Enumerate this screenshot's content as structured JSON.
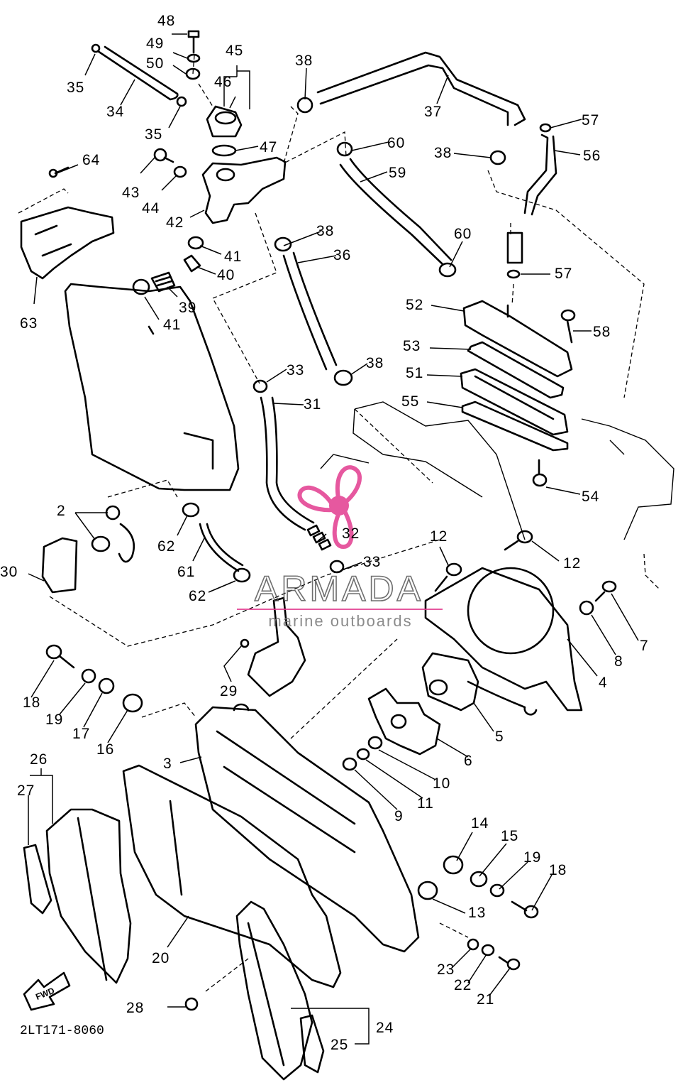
{
  "diagram": {
    "drawing_code": "2LT171-8060",
    "fwd_label": "FWD",
    "watermark": {
      "brand": "ARMADA",
      "tagline": "marine outboards",
      "accent": "#e23b8f"
    },
    "callouts": [
      {
        "id": "c2",
        "text": "2"
      },
      {
        "id": "c3",
        "text": "3"
      },
      {
        "id": "c4",
        "text": "4"
      },
      {
        "id": "c5",
        "text": "5"
      },
      {
        "id": "c6",
        "text": "6"
      },
      {
        "id": "c7",
        "text": "7"
      },
      {
        "id": "c8",
        "text": "8"
      },
      {
        "id": "c9",
        "text": "9"
      },
      {
        "id": "c10",
        "text": "10"
      },
      {
        "id": "c11",
        "text": "11"
      },
      {
        "id": "c12a",
        "text": "12"
      },
      {
        "id": "c12b",
        "text": "12"
      },
      {
        "id": "c13",
        "text": "13"
      },
      {
        "id": "c14",
        "text": "14"
      },
      {
        "id": "c15",
        "text": "15"
      },
      {
        "id": "c16",
        "text": "16"
      },
      {
        "id": "c17",
        "text": "17"
      },
      {
        "id": "c18a",
        "text": "18"
      },
      {
        "id": "c18b",
        "text": "18"
      },
      {
        "id": "c19a",
        "text": "19"
      },
      {
        "id": "c19b",
        "text": "19"
      },
      {
        "id": "c20",
        "text": "20"
      },
      {
        "id": "c21",
        "text": "21"
      },
      {
        "id": "c22",
        "text": "22"
      },
      {
        "id": "c23",
        "text": "23"
      },
      {
        "id": "c24",
        "text": "24"
      },
      {
        "id": "c25",
        "text": "25"
      },
      {
        "id": "c26",
        "text": "26"
      },
      {
        "id": "c27",
        "text": "27"
      },
      {
        "id": "c28",
        "text": "28"
      },
      {
        "id": "c29",
        "text": "29"
      },
      {
        "id": "c30",
        "text": "30"
      },
      {
        "id": "c31",
        "text": "31"
      },
      {
        "id": "c32",
        "text": "32"
      },
      {
        "id": "c33a",
        "text": "33"
      },
      {
        "id": "c33b",
        "text": "33"
      },
      {
        "id": "c34",
        "text": "34"
      },
      {
        "id": "c35a",
        "text": "35"
      },
      {
        "id": "c35b",
        "text": "35"
      },
      {
        "id": "c36",
        "text": "36"
      },
      {
        "id": "c37",
        "text": "37"
      },
      {
        "id": "c38a",
        "text": "38"
      },
      {
        "id": "c38b",
        "text": "38"
      },
      {
        "id": "c38c",
        "text": "38"
      },
      {
        "id": "c38d",
        "text": "38"
      },
      {
        "id": "c39",
        "text": "39"
      },
      {
        "id": "c40",
        "text": "40"
      },
      {
        "id": "c41a",
        "text": "41"
      },
      {
        "id": "c41b",
        "text": "41"
      },
      {
        "id": "c42",
        "text": "42"
      },
      {
        "id": "c43",
        "text": "43"
      },
      {
        "id": "c44",
        "text": "44"
      },
      {
        "id": "c45",
        "text": "45"
      },
      {
        "id": "c46",
        "text": "46"
      },
      {
        "id": "c47",
        "text": "47"
      },
      {
        "id": "c48",
        "text": "48"
      },
      {
        "id": "c49",
        "text": "49"
      },
      {
        "id": "c50",
        "text": "50"
      },
      {
        "id": "c51",
        "text": "51"
      },
      {
        "id": "c52",
        "text": "52"
      },
      {
        "id": "c53",
        "text": "53"
      },
      {
        "id": "c54",
        "text": "54"
      },
      {
        "id": "c55",
        "text": "55"
      },
      {
        "id": "c56",
        "text": "56"
      },
      {
        "id": "c57a",
        "text": "57"
      },
      {
        "id": "c57b",
        "text": "57"
      },
      {
        "id": "c58",
        "text": "58"
      },
      {
        "id": "c59",
        "text": "59"
      },
      {
        "id": "c60a",
        "text": "60"
      },
      {
        "id": "c60b",
        "text": "60"
      },
      {
        "id": "c61",
        "text": "61"
      },
      {
        "id": "c62a",
        "text": "62"
      },
      {
        "id": "c62b",
        "text": "62"
      },
      {
        "id": "c63",
        "text": "63"
      },
      {
        "id": "c64",
        "text": "64"
      }
    ]
  }
}
